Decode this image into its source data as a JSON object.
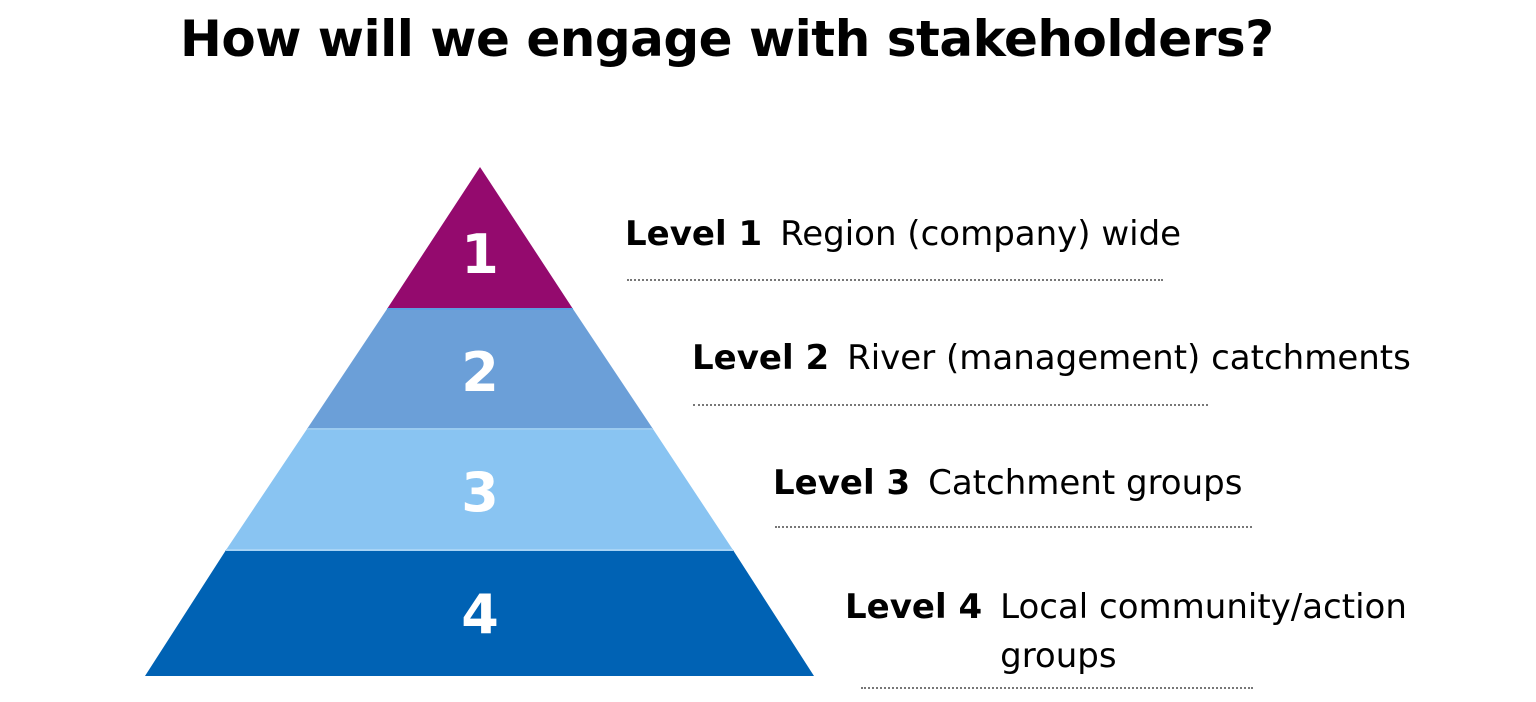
{
  "title": "How will we engage with stakeholders?",
  "pyramid": {
    "levels": [
      {
        "number": "1",
        "label": "Level 1",
        "description": "Region (company) wide",
        "color": "#940a6e"
      },
      {
        "number": "2",
        "label": "Level 2",
        "description": "River (management) catchments",
        "color": "#6b9fd8"
      },
      {
        "number": "3",
        "label": "Level 3",
        "description": "Catchment groups",
        "color": "#89c4f2"
      },
      {
        "number": "4",
        "label": "Level 4",
        "description": "Local community/action groups",
        "color": "#0062b4"
      }
    ]
  }
}
